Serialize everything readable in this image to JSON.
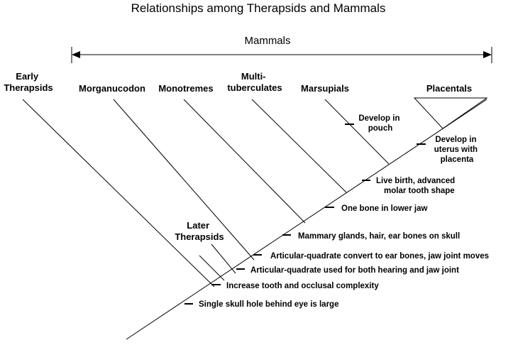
{
  "title": "Relationships among Therapsids and Mammals",
  "group": {
    "label": "Mammals"
  },
  "taxa": {
    "early_therapsids": [
      "Early",
      "Therapsids"
    ],
    "later_therapsids": [
      "Later",
      "Therapsids"
    ],
    "morganucodon": [
      "Morganucodon"
    ],
    "monotremes": [
      "Monotremes"
    ],
    "multituberculates": [
      "Multi-",
      "tuberculates"
    ],
    "marsupials": [
      "Marsupials"
    ],
    "placentals": [
      "Placentals"
    ]
  },
  "traits": {
    "skull_hole": [
      "Single skull hole behind eye is large"
    ],
    "tooth_complexity": [
      "Increase tooth and occlusal complexity"
    ],
    "artic_quadrate_both": [
      "Articular-quadrate used for both hearing and jaw joint"
    ],
    "artic_quadrate_convert": [
      "Articular-quadrate convert to ear bones, jaw joint moves"
    ],
    "mammary": [
      "Mammary glands, hair, ear bones on skull"
    ],
    "one_bone": [
      "One bone in lower jaw"
    ],
    "live_birth": [
      "Live birth, advanced",
      "molar tooth shape"
    ],
    "pouch": [
      "Develop in",
      "pouch"
    ],
    "uterus": [
      "Develop in",
      "uterus with",
      "placenta"
    ]
  }
}
